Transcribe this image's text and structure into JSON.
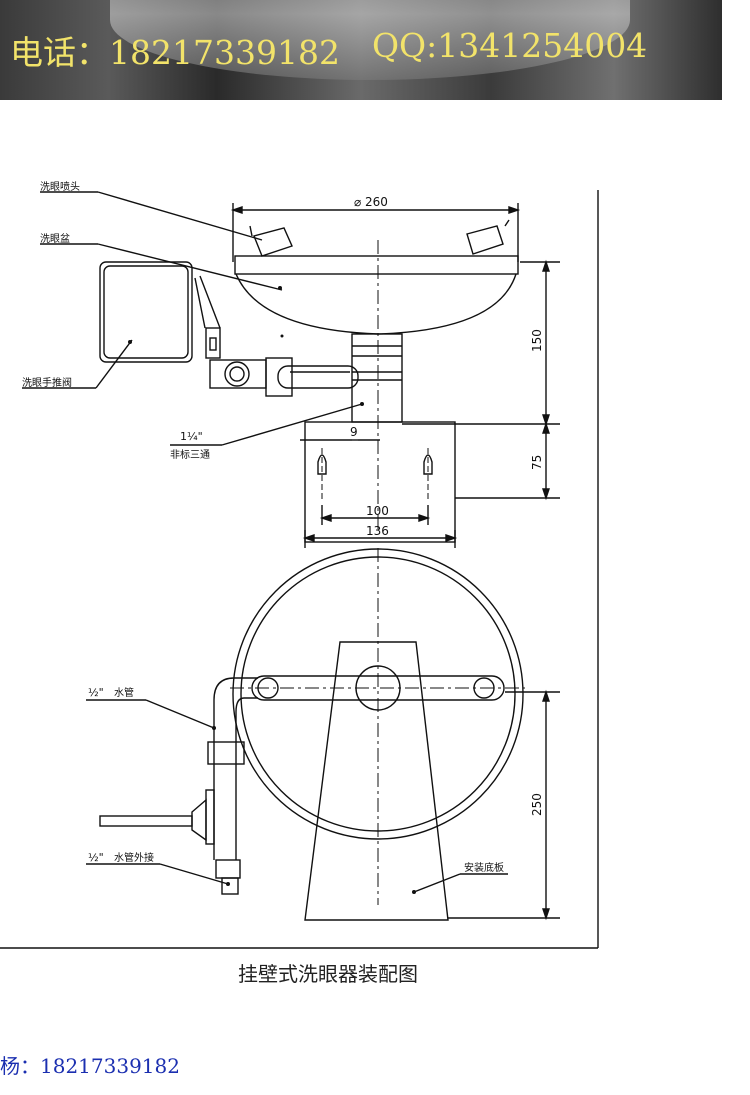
{
  "banner": {
    "phone": "电话：18217339182",
    "qq": "QQ:1341254004",
    "text_color": "#f2e36a"
  },
  "drawing": {
    "labels": {
      "nozzle": "洗眼喷头",
      "basin": "洗眼盆",
      "valve": "洗眼手推阀",
      "tee_size": "1¼\"",
      "tee": "非标三通",
      "pipe_size": "½\"",
      "pipe": "水管",
      "pipe_ext": "水管外接",
      "base": "安装底板"
    },
    "dimensions": {
      "diameter": "⌀ 260",
      "height_upper": "150",
      "height_lower": "75",
      "offset": "9",
      "hole_spacing": "100",
      "base_width": "136",
      "bottom_height": "250"
    },
    "caption": "挂壁式洗眼器装配图"
  },
  "contact": "杨：18217339182",
  "colors": {
    "line": "#111111",
    "contact": "#1b2fb0"
  }
}
